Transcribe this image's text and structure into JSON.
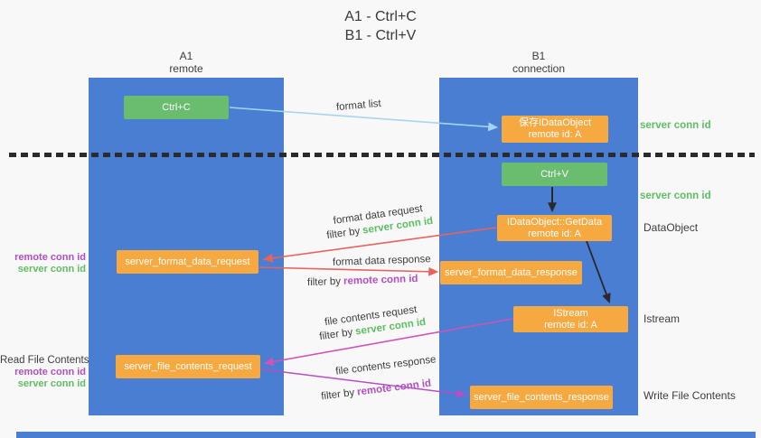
{
  "title": {
    "line1": "A1 - Ctrl+C",
    "line2": "B1 - Ctrl+V"
  },
  "lanes": {
    "a1": {
      "name": "A1",
      "subtitle": "remote"
    },
    "b1": {
      "name": "B1",
      "subtitle": "connection"
    }
  },
  "nodes": {
    "ctrl_c": {
      "label": "Ctrl+C"
    },
    "ctrl_v": {
      "label": "Ctrl+V"
    },
    "save_dataobject": {
      "line1": "保存IDataObject",
      "line2": "remote id: A"
    },
    "getdata": {
      "line1": "IDataObject::GetData",
      "line2": "remote id: A"
    },
    "istream": {
      "line1": "IStream",
      "line2": "remote id: A"
    },
    "format_request": {
      "label": "server_format_data_request"
    },
    "format_response": {
      "label": "server_format_data_response"
    },
    "file_request": {
      "label": "server_file_contents_request"
    },
    "file_response": {
      "label": "server_file_contents_response"
    }
  },
  "arrows": {
    "format_list": {
      "label": "format list"
    },
    "format_data_request": {
      "label": "format data request",
      "filter_prefix": "filter by",
      "filter_key": "server conn id"
    },
    "format_data_response": {
      "label": "format data response",
      "filter_prefix": "filter by",
      "filter_key": "remote conn id"
    },
    "file_contents_request": {
      "label": "file contents request",
      "filter_prefix": "filter by",
      "filter_key": "server conn id"
    },
    "file_contents_response": {
      "label": "file contents response",
      "filter_prefix": "filter by",
      "filter_key": "remote conn id"
    }
  },
  "side_labels": {
    "server_conn_id_top": "server conn id",
    "server_conn_id_mid": "server conn id",
    "dataobject": "DataObject",
    "istream": "Istream",
    "write_file_contents": "Write File Contents",
    "read_file_contents": "Read File Contents",
    "remote_conn_id_left_top": "remote conn id",
    "server_conn_id_left_top": "server conn id",
    "remote_conn_id_left_bottom": "remote conn id",
    "server_conn_id_left_bottom": "server conn id"
  },
  "colors": {
    "lane_blue": "#4a7ed2",
    "node_green": "#6abd6e",
    "node_orange": "#f7a941",
    "arrow_light_blue": "#a5d5ee",
    "arrow_red": "#e8635a",
    "arrow_pink": "#cf54b8",
    "arrow_purple": "#b44fc6",
    "arrow_black": "#2a2a2a",
    "text_green": "#5fbd63",
    "text_purple": "#b14fc0",
    "text_dark": "#3d3d3d",
    "background": "#f8f8f8"
  }
}
